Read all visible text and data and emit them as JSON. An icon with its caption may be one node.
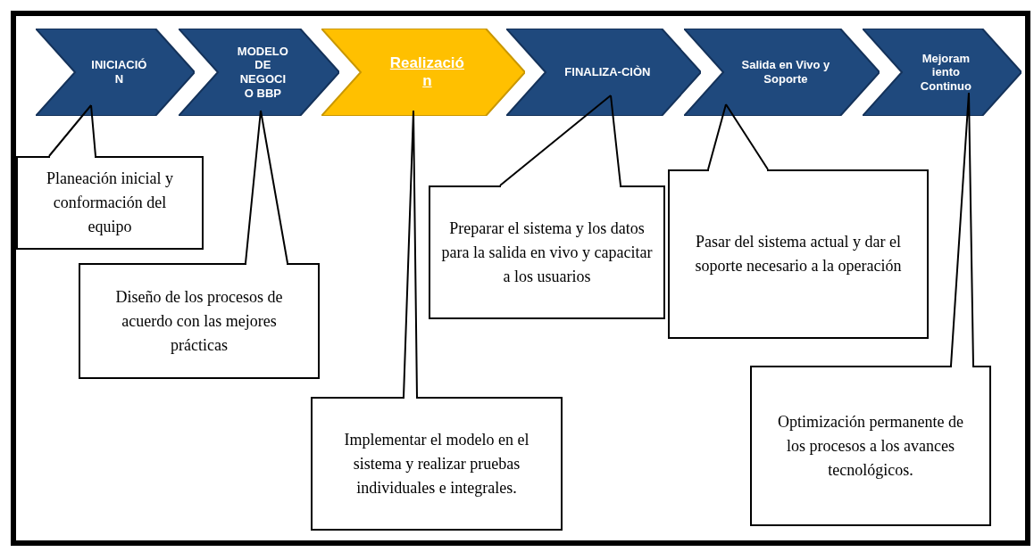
{
  "diagram": {
    "nodes": [
      {
        "text": [
          "INICIACIÓ N"
        ]
      },
      {
        "text": [
          "MODELO DE NEGOCI O BBP"
        ]
      },
      {
        "text": [
          "Realizació n"
        ]
      },
      {
        "text": [
          "FINALIZA-CIÒN"
        ]
      },
      {
        "text": [
          "Salida en Vivo y Soporte"
        ]
      },
      {
        "text": [
          "Mejoram iento Continuo"
        ]
      },
      {
        "text": [
          "Planeación inicial y conformación del equipo"
        ]
      },
      {
        "text": [
          "Diseño de los procesos de acuerdo con las mejores prácticas"
        ]
      },
      {
        "text": [
          "Implementar el modelo en el sistema y realizar pruebas individuales e integrales."
        ]
      },
      {
        "text": [
          "Preparar el sistema y los datos para la salida en vivo y capacitar a los usuarios"
        ]
      },
      {
        "text": [
          "Pasar del sistema actual y dar el soporte necesario a la operación"
        ]
      },
      {
        "text": [
          "Optimización permanente de los procesos a los avances tecnológicos."
        ]
      }
    ],
    "edges": [
      {
        "from": 6,
        "to": 0,
        "arrow": "none"
      },
      {
        "from": 7,
        "to": 1,
        "arrow": "none"
      },
      {
        "from": 8,
        "to": 2,
        "arrow": "none"
      },
      {
        "from": 9,
        "to": 3,
        "arrow": "none"
      },
      {
        "from": 10,
        "to": 4,
        "arrow": "none"
      },
      {
        "from": 11,
        "to": 5,
        "arrow": "none"
      }
    ]
  }
}
